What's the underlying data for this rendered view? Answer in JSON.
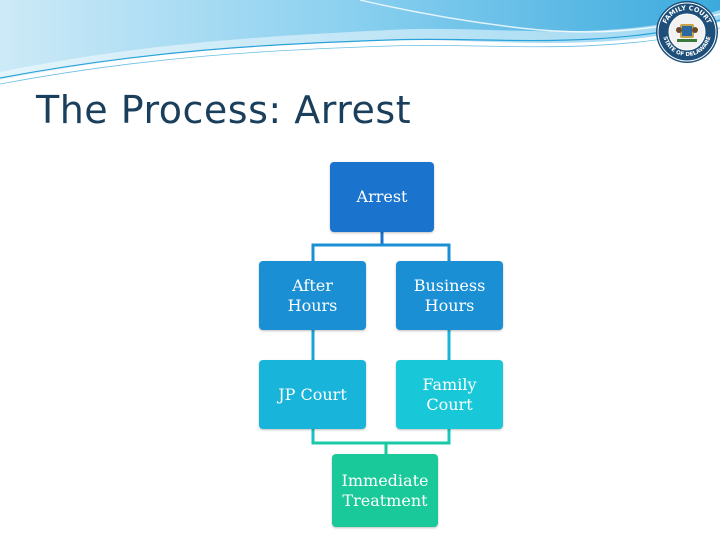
{
  "slide": {
    "title": "The Process: Arrest"
  },
  "colors": {
    "title": "#1a3f5c",
    "arrest": "#1a73cc",
    "after_hours": "#1a8fd4",
    "business_hours": "#1a8fd4",
    "jp_court": "#19b4da",
    "family_court": "#19c8d8",
    "immediate_treatment": "#19c99a",
    "swoosh": "#2aa2d9"
  },
  "seal": {
    "top_text": "FAMILY COURT",
    "bottom_text": "STATE OF DELAWARE"
  },
  "diagram": {
    "arrest": "Arrest",
    "after_hours": "After\nHours",
    "business_hours": "Business\nHours",
    "jp_court": "JP Court",
    "family_court": "Family\nCourt",
    "immediate_treatment": "Immediate\nTreatment"
  }
}
